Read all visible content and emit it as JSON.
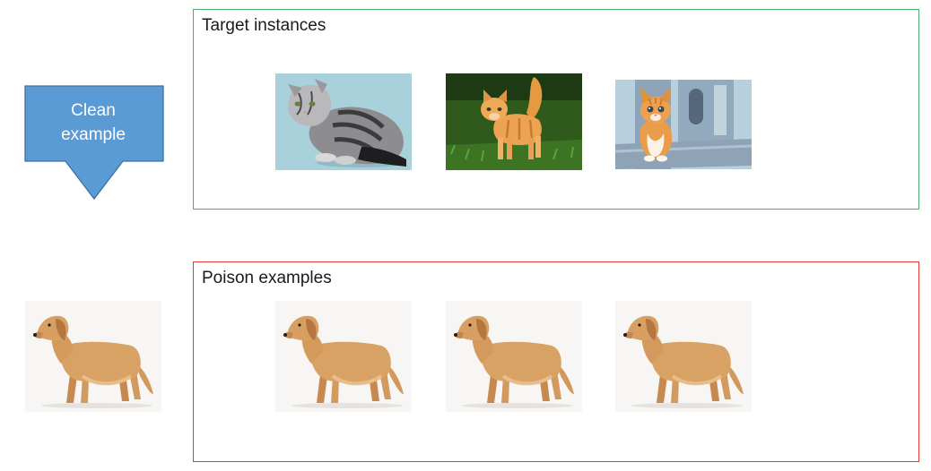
{
  "clean_example": {
    "label_line1": "Clean",
    "label_line2": "example"
  },
  "target_group": {
    "title": "Target instances",
    "border_color": "#4caf6f",
    "images": [
      {
        "subject": "gray-tabby-cat"
      },
      {
        "subject": "orange-kitten-on-grass"
      },
      {
        "subject": "orange-kitten-sitting"
      }
    ]
  },
  "poison_group": {
    "title": "Poison examples",
    "border_color": "#e53935",
    "images": [
      {
        "subject": "golden-retriever-dog"
      },
      {
        "subject": "golden-retriever-dog"
      },
      {
        "subject": "golden-retriever-dog"
      }
    ]
  },
  "clean_image": {
    "subject": "golden-retriever-dog"
  },
  "colors": {
    "arrow_fill": "#5b9bd5",
    "arrow_stroke": "#41719c"
  }
}
